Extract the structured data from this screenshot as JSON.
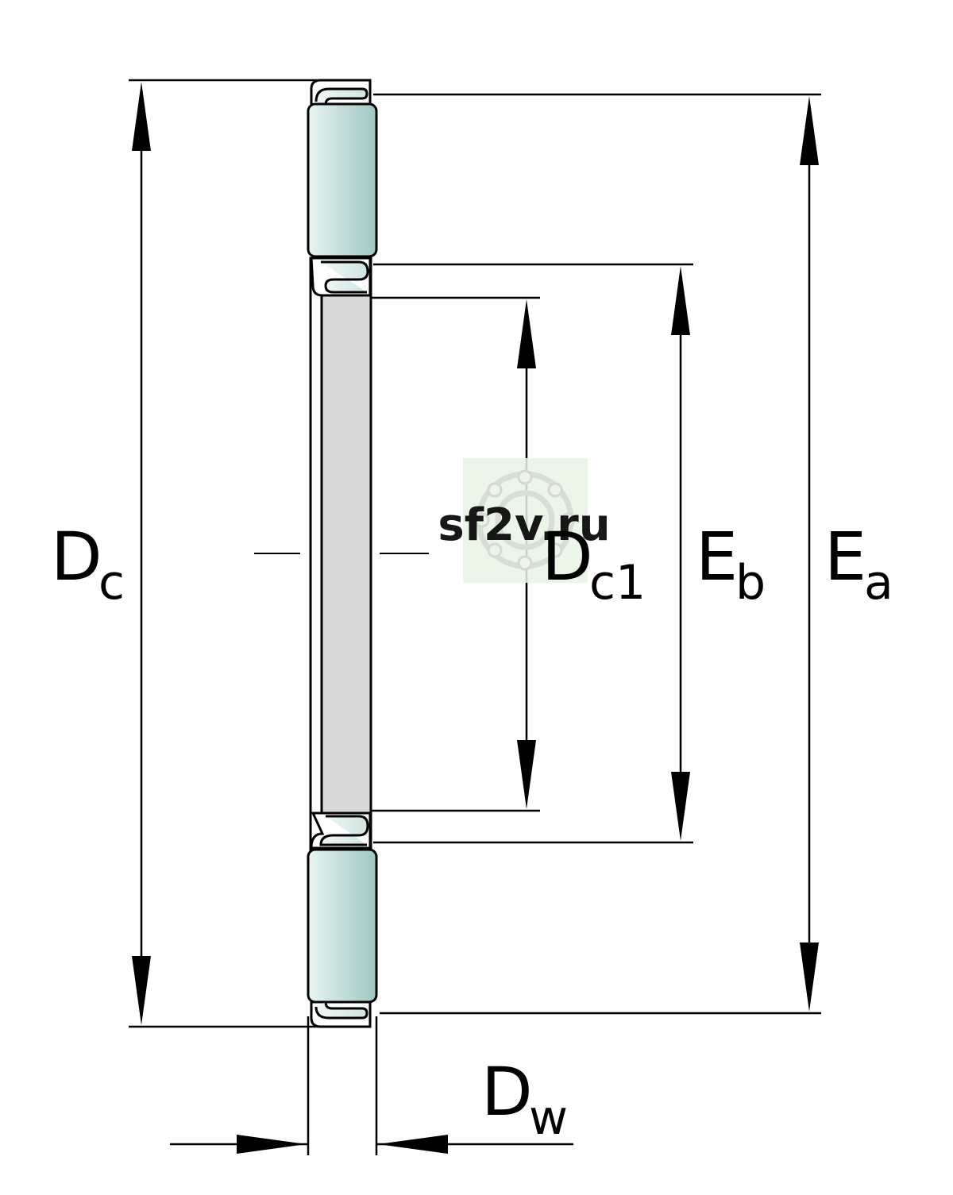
{
  "labels": {
    "dc": {
      "main": "D",
      "sub": "c"
    },
    "dc1": {
      "main": "D",
      "sub": "c1"
    },
    "eb": {
      "main": "E",
      "sub": "b"
    },
    "ea": {
      "main": "E",
      "sub": "a"
    },
    "dw": {
      "main": "D",
      "sub": "w"
    }
  },
  "watermark": {
    "text": "sf2v.ru"
  },
  "colors": {
    "roller": "#c6e0dd",
    "cage": "#d9d9d9",
    "line": "#000000",
    "watermark_text": "#6f9be3",
    "watermark_bg": "#e8f3e4"
  }
}
